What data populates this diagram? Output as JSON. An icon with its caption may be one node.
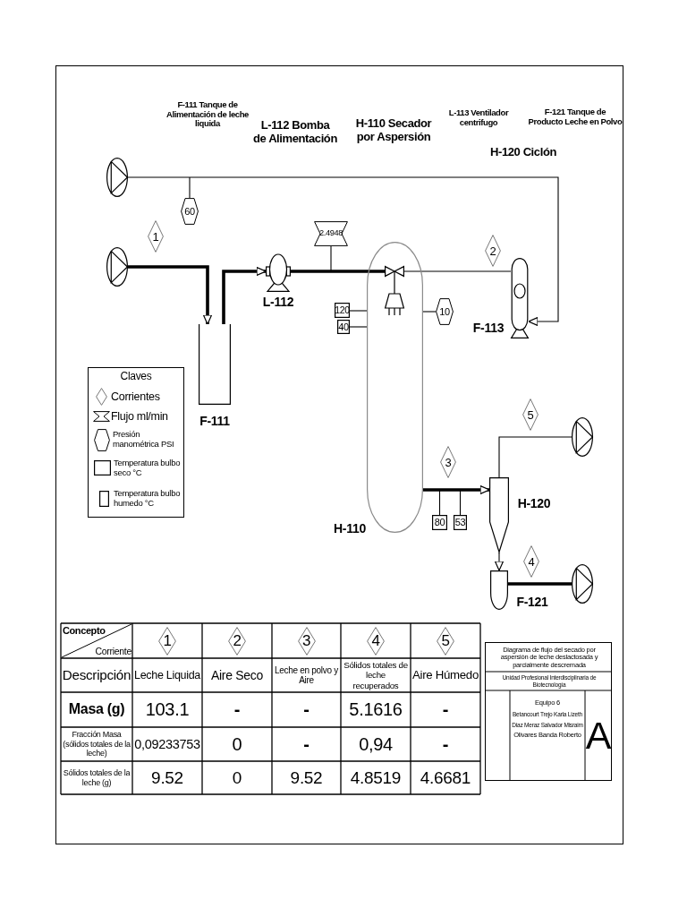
{
  "diagram": {
    "nodes": [
      {
        "text": [],
        "shape": "circle"
      },
      {
        "text": [
          "60"
        ]
      },
      {
        "text": [
          "1"
        ]
      },
      {
        "text": [],
        "shape": "circle"
      },
      {
        "text": [
          "2.4948"
        ]
      },
      {
        "text": [
          "F-111"
        ]
      },
      {
        "text": [
          "L-112"
        ]
      },
      {
        "text": [
          "H-110"
        ]
      },
      {
        "text": [],
        "shape": "picture",
        "in": 7
      },
      {
        "text": [
          "120"
        ]
      },
      {
        "text": [
          "40"
        ]
      },
      {
        "text": [
          "10"
        ]
      },
      {
        "text": [
          "2"
        ]
      },
      {
        "text": [
          "F-113"
        ]
      },
      {
        "text": [
          "5"
        ]
      },
      {
        "text": [],
        "shape": "circle"
      },
      {
        "text": [
          "3"
        ]
      },
      {
        "text": [
          "H-120"
        ]
      },
      {
        "text": [
          "80"
        ]
      },
      {
        "text": [
          "53"
        ]
      },
      {
        "text": [
          "4"
        ]
      },
      {
        "text": [
          "F-121"
        ]
      },
      {
        "text": [],
        "shape": "circle"
      },
      {
        "text": [
          "1"
        ]
      },
      {
        "text": [
          "2"
        ]
      },
      {
        "text": [
          "3"
        ]
      },
      {
        "text": [
          "4"
        ]
      },
      {
        "text": [
          "5"
        ]
      }
    ],
    "edges": [
      {
        "from": 0,
        "to": 13,
        "arrow": "to"
      },
      {
        "from": 3,
        "to": 5,
        "arrow": "to",
        "style": "thick"
      },
      {
        "from": 5,
        "to": 6,
        "arrow": "to",
        "style": "thick"
      },
      {
        "from": 6,
        "to": 8,
        "arrow": "none",
        "style": "thick"
      },
      {
        "from": 13,
        "to": 8,
        "arrow": "none"
      },
      {
        "from": 7,
        "to": 17,
        "arrow": "to",
        "style": "thick"
      },
      {
        "from": 17,
        "to": 15,
        "arrow": "none"
      },
      {
        "from": 17,
        "to": 21,
        "arrow": "to"
      },
      {
        "from": 21,
        "to": 22,
        "arrow": "none",
        "style": "thick"
      },
      {
        "from": 1,
        "to": null,
        "arrow": "none"
      },
      {
        "from": 4,
        "to": null,
        "arrow": "none"
      },
      {
        "from": 9,
        "to": 7,
        "arrow": "none"
      },
      {
        "from": 10,
        "to": 7,
        "arrow": "none"
      },
      {
        "from": 11,
        "to": 7,
        "arrow": "none"
      },
      {
        "from": 18,
        "to": null,
        "arrow": "none"
      },
      {
        "from": 19,
        "to": null,
        "arrow": "none"
      }
    ],
    "labels": [
      "F-111 Tanque de Alimentación de leche liquida",
      "L-112 Bomba de Alimentación",
      "H-110 Secador por Aspersión",
      "L-113 Ventilador centrifugo",
      "F-121 Tanque de Producto Leche en Polvo",
      "H-120 Ciclón",
      "Claves",
      "Concepto",
      "Corriente",
      "Descripción",
      "Leche Liquida",
      "Aire Seco",
      "Leche en polvo y Aire",
      "Sólidos totales de leche recuperados",
      "Aire Húmedo",
      "Masa (g)",
      "103.1",
      "-",
      "-",
      "5.1616",
      "-",
      "Fracción Masa (sólidos totales de la leche)",
      "0,09233753",
      "0",
      "-",
      "0,94",
      "-",
      "Sólidos totales de la leche (g)",
      "9.52",
      "0",
      "9.52",
      "4.8519",
      "4.6681",
      "Diagrama de flujo del secado por aspersión de leche deslactosada y parcialmente descremada",
      "Unidad Profesional Interdisciplinaria de Biotecnología",
      "Equipo 6",
      "Betancourt Trejo Karla Lizeth",
      "Diaz Meraz Salvador Misraim",
      "Olivares Banda Roberto",
      "A"
    ],
    "legend": [
      {
        "text": "Corrientes"
      },
      {
        "text": "Flujo ml/min"
      },
      {
        "text": "Presión manométrica PSI"
      },
      {
        "text": "Temperatura bulbo seco °C"
      },
      {
        "text": "Temperatura bulbo humedo °C"
      }
    ]
  }
}
